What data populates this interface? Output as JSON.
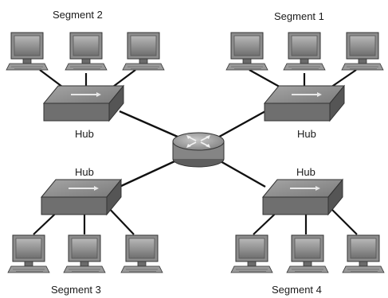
{
  "segments": {
    "top_left": "Segment 2",
    "top_right": "Segment 1",
    "bottom_left": "Segment 3",
    "bottom_right": "Segment 4"
  },
  "hubs": {
    "top_left": "Hub",
    "top_right": "Hub",
    "bottom_left": "Hub",
    "bottom_right": "Hub"
  },
  "icons": {
    "computer": "computer-icon",
    "hub": "hub-icon",
    "router": "router-icon"
  },
  "colors": {
    "device_gray": "#8a8a8a",
    "device_dark": "#4a4a4a",
    "link": "#111111"
  }
}
